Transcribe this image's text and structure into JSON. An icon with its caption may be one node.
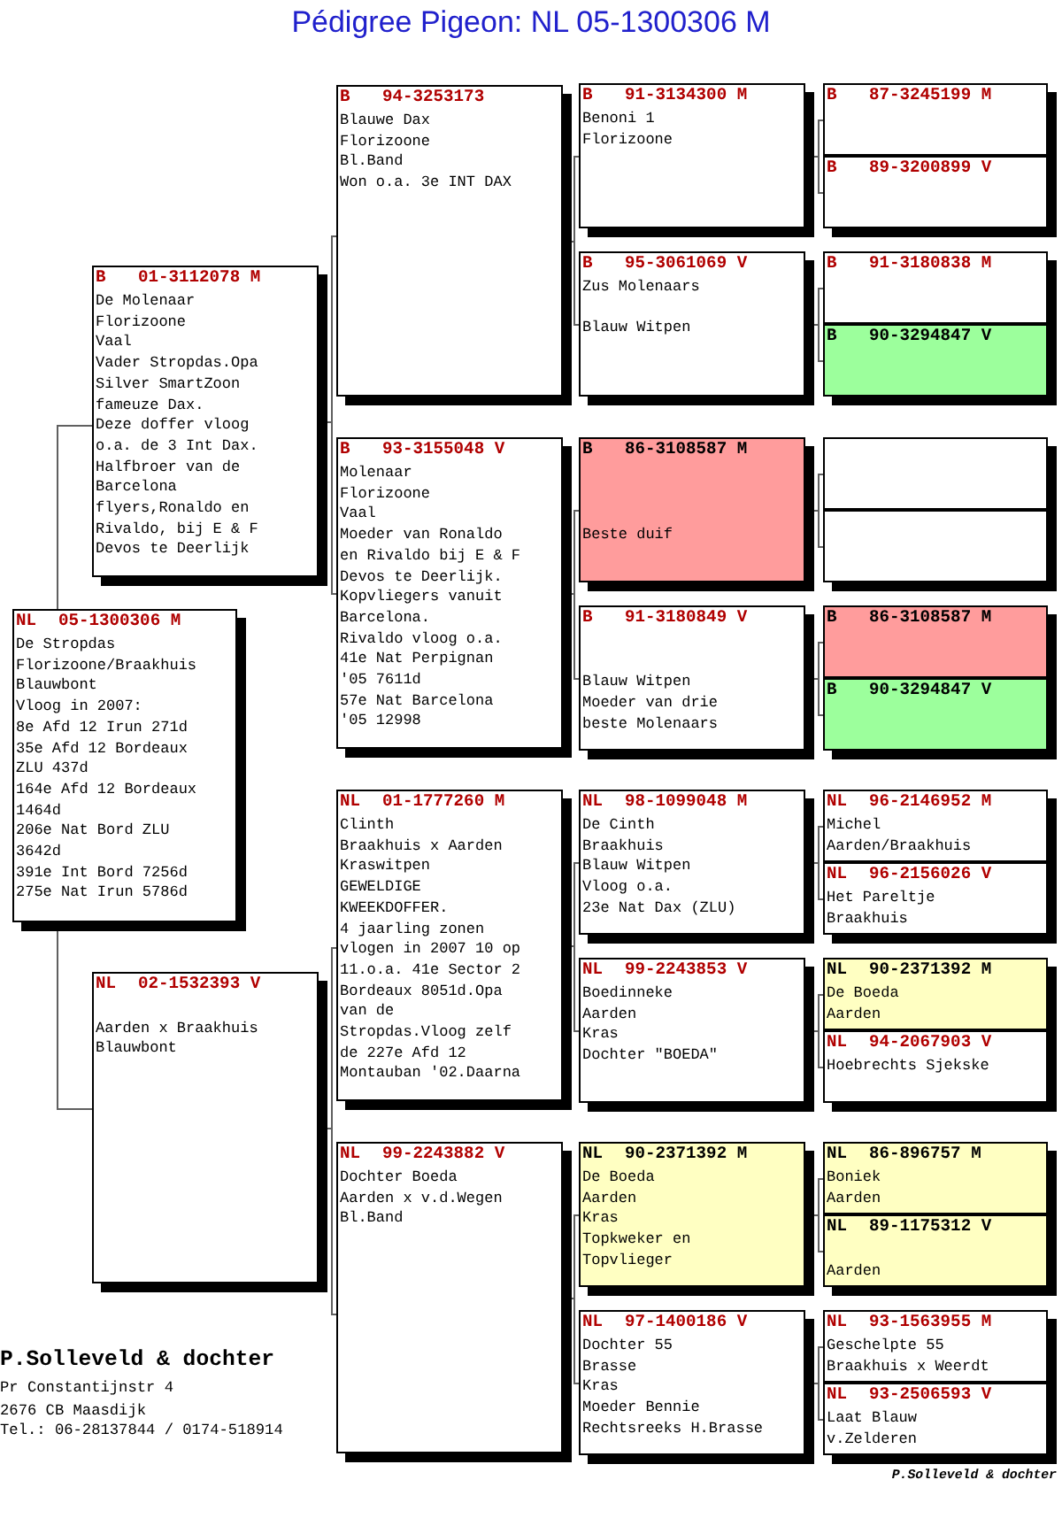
{
  "diagram": {
    "title": "Pédigree Pigeon: NL 05-1300306 M",
    "nodes": [
      {
        "text": [
          "NL",
          "05-1300306 M",
          "De Stropdas",
          "Florizoone/Braakhuis",
          "Blauwbont",
          "Vloog in 2007:",
          "8e Afd 12 Irun 271d",
          "35e Afd 12 Bordeaux ZLU 437d",
          "164e Afd 12 Bordeaux 1464d",
          "206e Nat Bord ZLU 3642d",
          "391e Int Bord 7256d",
          "275e Nat Irun 5786d"
        ]
      },
      {
        "text": [
          "B",
          "01-3112078 M",
          "De Molenaar",
          "Florizoone",
          "Vaal",
          "Vader Stropdas.Opa Silver SmartZoon fameuze Dax.",
          "Deze doffer vloog o.a. de 3 Int Dax. Halfbroer van de Barcelona flyers,Ronaldo en Rivaldo, bij E & F Devos te Deerlijk"
        ]
      },
      {
        "text": [
          "NL",
          "02-1532393 V",
          "Aarden x Braakhuis",
          "Blauwbont"
        ]
      },
      {
        "text": [
          "B",
          "94-3253173",
          "Blauwe Dax",
          "Florizoone",
          "Bl.Band",
          "Won o.a. 3e INT DAX"
        ]
      },
      {
        "text": [
          "B",
          "93-3155048 V",
          "Molenaar",
          "Florizoone",
          "Vaal",
          "Moeder van Ronaldo en Rivaldo bij E & F Devos te Deerlijk.",
          "Kopvliegers vanuit Barcelona.",
          "Rivaldo vloog o.a.",
          "41e Nat Perpignan '05 7611d",
          "57e Nat Barcelona '05 12998"
        ]
      },
      {
        "text": [
          "NL",
          "01-1777260 M",
          "Clinth",
          "Braakhuis x Aarden",
          "Kraswitpen",
          "GEWELDIGE KWEEKDOFFER.",
          "4 jaarling zonen vlogen in 2007 10 op 11.o.a. 41e Sector 2 Bordeaux 8051d.Opa van de Stropdas.Vloog zelf de 227e Afd 12 Montauban '02.Daarna"
        ]
      },
      {
        "text": [
          "NL",
          "99-2243882 V",
          "Dochter Boeda",
          "Aarden x v.d.Wegen",
          "Bl.Band"
        ]
      },
      {
        "text": [
          "B",
          "91-3134300 M",
          "Benoni 1",
          "Florizoone"
        ]
      },
      {
        "text": [
          "B",
          "95-3061069 V",
          "Zus Molenaars",
          "Blauw Witpen"
        ]
      },
      {
        "text": [
          "B",
          "86-3108587 M",
          "Beste duif"
        ]
      },
      {
        "text": [
          "B",
          "91-3180849 V",
          "Blauw Witpen",
          "Moeder van drie beste Molenaars"
        ]
      },
      {
        "text": [
          "NL",
          "98-1099048 M",
          "De Cinth",
          "Braakhuis",
          "Blauw Witpen",
          "Vloog o.a.",
          "23e Nat Dax (ZLU)"
        ]
      },
      {
        "text": [
          "NL",
          "99-2243853 V",
          "Boedinneke",
          "Aarden",
          "Kras",
          "Dochter \"BOEDA\""
        ]
      },
      {
        "text": [
          "NL",
          "90-2371392 M",
          "De Boeda",
          "Aarden",
          "Kras",
          "Topkweker en Topvlieger"
        ]
      },
      {
        "text": [
          "NL",
          "97-1400186 V",
          "Dochter 55",
          "Brasse",
          "Kras",
          "Moeder Bennie Rechtsreeks H.Brasse"
        ]
      },
      {
        "text": [
          "B",
          "87-3245199 M"
        ]
      },
      {
        "text": [
          "B",
          "89-3200899 V"
        ]
      },
      {
        "text": [
          "B",
          "91-3180838 M"
        ]
      },
      {
        "text": [
          "B",
          "90-3294847 V"
        ]
      },
      {
        "text": [],
        "shape": "box"
      },
      {
        "text": [],
        "shape": "box"
      },
      {
        "text": [
          "B",
          "86-3108587 M"
        ]
      },
      {
        "text": [
          "B",
          "90-3294847 V"
        ]
      },
      {
        "text": [
          "NL",
          "96-2146952 M",
          "Michel",
          "Aarden/Braakhuis"
        ]
      },
      {
        "text": [
          "NL",
          "96-2156026 V",
          "Het Pareltje",
          "Braakhuis"
        ]
      },
      {
        "text": [
          "NL",
          "90-2371392 M",
          "De Boeda",
          "Aarden"
        ]
      },
      {
        "text": [
          "NL",
          "94-2067903 V",
          "Hoebrechts Sjekske"
        ]
      },
      {
        "text": [
          "NL",
          "86-896757 M",
          "Boniek",
          "Aarden"
        ]
      },
      {
        "text": [
          "NL",
          "89-1175312 V",
          "Aarden"
        ]
      },
      {
        "text": [
          "NL",
          "93-1563955 M",
          "Geschelpte 55",
          "Braakhuis x Weerdt"
        ]
      },
      {
        "text": [
          "NL",
          "93-2506593 V",
          "Laat Blauw",
          "v.Zelderen"
        ]
      }
    ],
    "edges": [
      {
        "from": 0,
        "to": 1,
        "arrow": "none"
      },
      {
        "from": 0,
        "to": 2,
        "arrow": "none"
      },
      {
        "from": 1,
        "to": 3,
        "arrow": "none"
      },
      {
        "from": 1,
        "to": 4,
        "arrow": "none"
      },
      {
        "from": 2,
        "to": 5,
        "arrow": "none"
      },
      {
        "from": 2,
        "to": 6,
        "arrow": "none"
      },
      {
        "from": 3,
        "to": 7,
        "arrow": "none"
      },
      {
        "from": 3,
        "to": 8,
        "arrow": "none"
      },
      {
        "from": 4,
        "to": 9,
        "arrow": "none"
      },
      {
        "from": 4,
        "to": 10,
        "arrow": "none"
      },
      {
        "from": 5,
        "to": 11,
        "arrow": "none"
      },
      {
        "from": 5,
        "to": 12,
        "arrow": "none"
      },
      {
        "from": 6,
        "to": 13,
        "arrow": "none"
      },
      {
        "from": 6,
        "to": 14,
        "arrow": "none"
      },
      {
        "from": 7,
        "to": 15,
        "arrow": "none"
      },
      {
        "from": 7,
        "to": 16,
        "arrow": "none"
      },
      {
        "from": 8,
        "to": 17,
        "arrow": "none"
      },
      {
        "from": 8,
        "to": 18,
        "arrow": "none"
      },
      {
        "from": 9,
        "to": 19,
        "arrow": "none"
      },
      {
        "from": 9,
        "to": 20,
        "arrow": "none"
      },
      {
        "from": 10,
        "to": 21,
        "arrow": "none"
      },
      {
        "from": 10,
        "to": 22,
        "arrow": "none"
      },
      {
        "from": 11,
        "to": 23,
        "arrow": "none"
      },
      {
        "from": 11,
        "to": 24,
        "arrow": "none"
      },
      {
        "from": 12,
        "to": 25,
        "arrow": "none"
      },
      {
        "from": 12,
        "to": 26,
        "arrow": "none"
      },
      {
        "from": 13,
        "to": 27,
        "arrow": "none"
      },
      {
        "from": 13,
        "to": 28,
        "arrow": "none"
      },
      {
        "from": 14,
        "to": 29,
        "arrow": "none"
      },
      {
        "from": 14,
        "to": 30,
        "arrow": "none"
      }
    ],
    "labels": [
      "P.Solleveld & dochter",
      "Pr Constantijnstr 4",
      "2676 CB Maasdijk",
      "Tel.: 06-28137844 / 0174-518914",
      "P.Solleveld & dochter"
    ]
  }
}
